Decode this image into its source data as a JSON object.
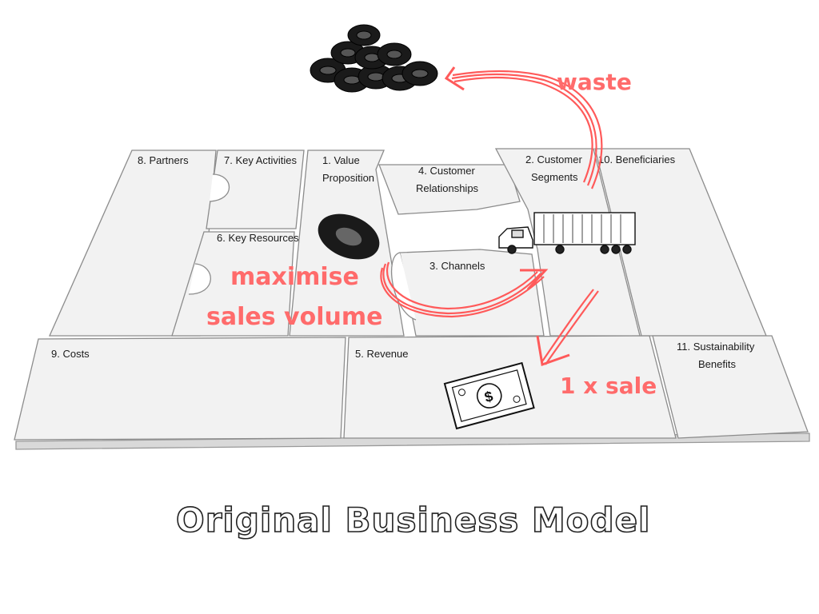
{
  "canvas": {
    "blocks": {
      "partners": "8. Partners",
      "key_activities": "7. Key Activities",
      "value_proposition": [
        "1. Value",
        "Proposition"
      ],
      "customer_relationships": [
        "4. Customer",
        "Relationships"
      ],
      "customer_segments": [
        "2. Customer",
        "Segments"
      ],
      "beneficiaries": "10. Beneficiaries",
      "key_resources": "6. Key Resources",
      "channels": "3. Channels",
      "costs": "9. Costs",
      "revenue": "5. Revenue",
      "sustainability_benefits": [
        "11. Sustainability",
        "Benefits"
      ]
    }
  },
  "annotations": {
    "waste": "waste",
    "maximise": [
      "maximise",
      "sales volume"
    ],
    "sale": "1 x sale"
  },
  "title": "Original Business Model",
  "colors": {
    "accent": "#ff6b6b",
    "outline": "#9a9a9a",
    "block_fill": "#f2f2f2",
    "ink": "#1b1b1b"
  },
  "icons": [
    "tire-stack-icon",
    "tire-icon",
    "truck-icon",
    "dollar-bill-icon"
  ]
}
